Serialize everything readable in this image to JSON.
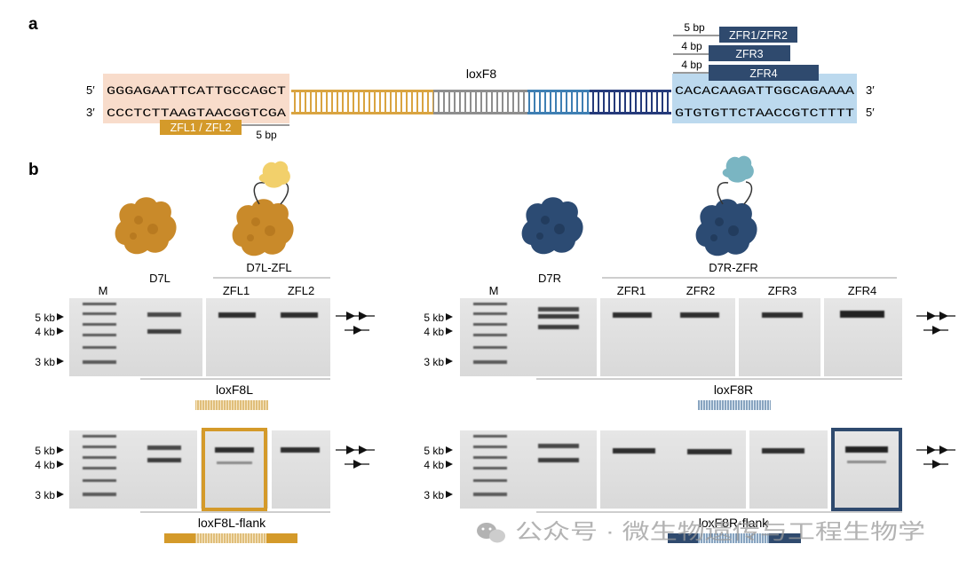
{
  "panel_a": {
    "letter": "a",
    "center_label": "loxF8",
    "left_top_prime": "5′",
    "left_bottom_prime": "3′",
    "right_top_prime": "3′",
    "right_bottom_prime": "5′",
    "left_top_seq": "GGGAGAATTCATTGCCAGCT",
    "left_bottom_seq": "CCCTCTTAAGTAACGGTCGA",
    "right_top_seq": "CACACAAGATTGGCAGAAAA",
    "right_bottom_seq": "GTGTGTTCTAACCGTCTTTT",
    "left_zf_label": "ZFL1 / ZFL2",
    "left_spacer": "5 bp",
    "right_rows": [
      {
        "spacer": "5 bp",
        "label": "ZFR1/ZFR2"
      },
      {
        "spacer": "4 bp",
        "label": "ZFR3"
      },
      {
        "spacer": "4 bp",
        "label": "ZFR4"
      }
    ],
    "colors": {
      "left_box": "#f8dccb",
      "right_box": "#bcd9ee",
      "gold": "#d49a2a",
      "navy": "#2f4a6e"
    }
  },
  "panel_b": {
    "letter": "b",
    "left": {
      "protein_labels": [
        "D7L",
        "D7L-ZFL"
      ],
      "lane_labels": [
        "M",
        "ZFL1",
        "ZFL2"
      ],
      "kb_labels": [
        "5 kb",
        "4 kb",
        "3 kb"
      ],
      "gel1_caption": "loxF8L",
      "gel2_caption": "loxF8L-flank"
    },
    "right": {
      "protein_labels": [
        "D7R",
        "D7R-ZFR"
      ],
      "lane_labels": [
        "M",
        "ZFR1",
        "ZFR2",
        "ZFR3",
        "ZFR4"
      ],
      "kb_labels": [
        "5 kb",
        "4 kb",
        "3 kb"
      ],
      "gel1_caption": "loxF8R",
      "gel2_caption": "loxF8R-flank"
    },
    "colors": {
      "gold_protein": "#c98a2a",
      "navy_protein": "#2c4b73"
    }
  },
  "watermark": {
    "text": "公众号 · 微生物遗传与工程生物学"
  }
}
